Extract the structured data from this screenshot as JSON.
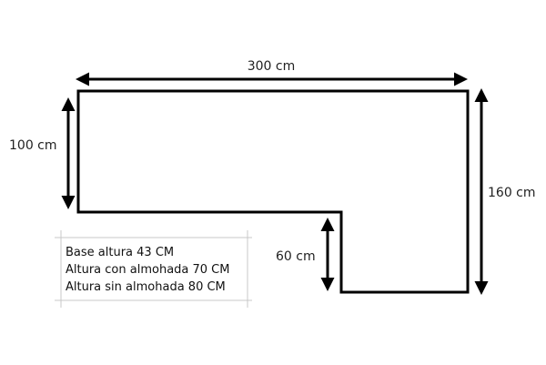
{
  "diagram": {
    "dimensions": {
      "top": "300 cm",
      "left": "100 cm",
      "right": "160 cm",
      "step": "60 cm"
    },
    "specs": [
      "Base altura 43 CM",
      "Altura con almohada 70 CM",
      "Altura sin almohada 80 CM"
    ]
  }
}
